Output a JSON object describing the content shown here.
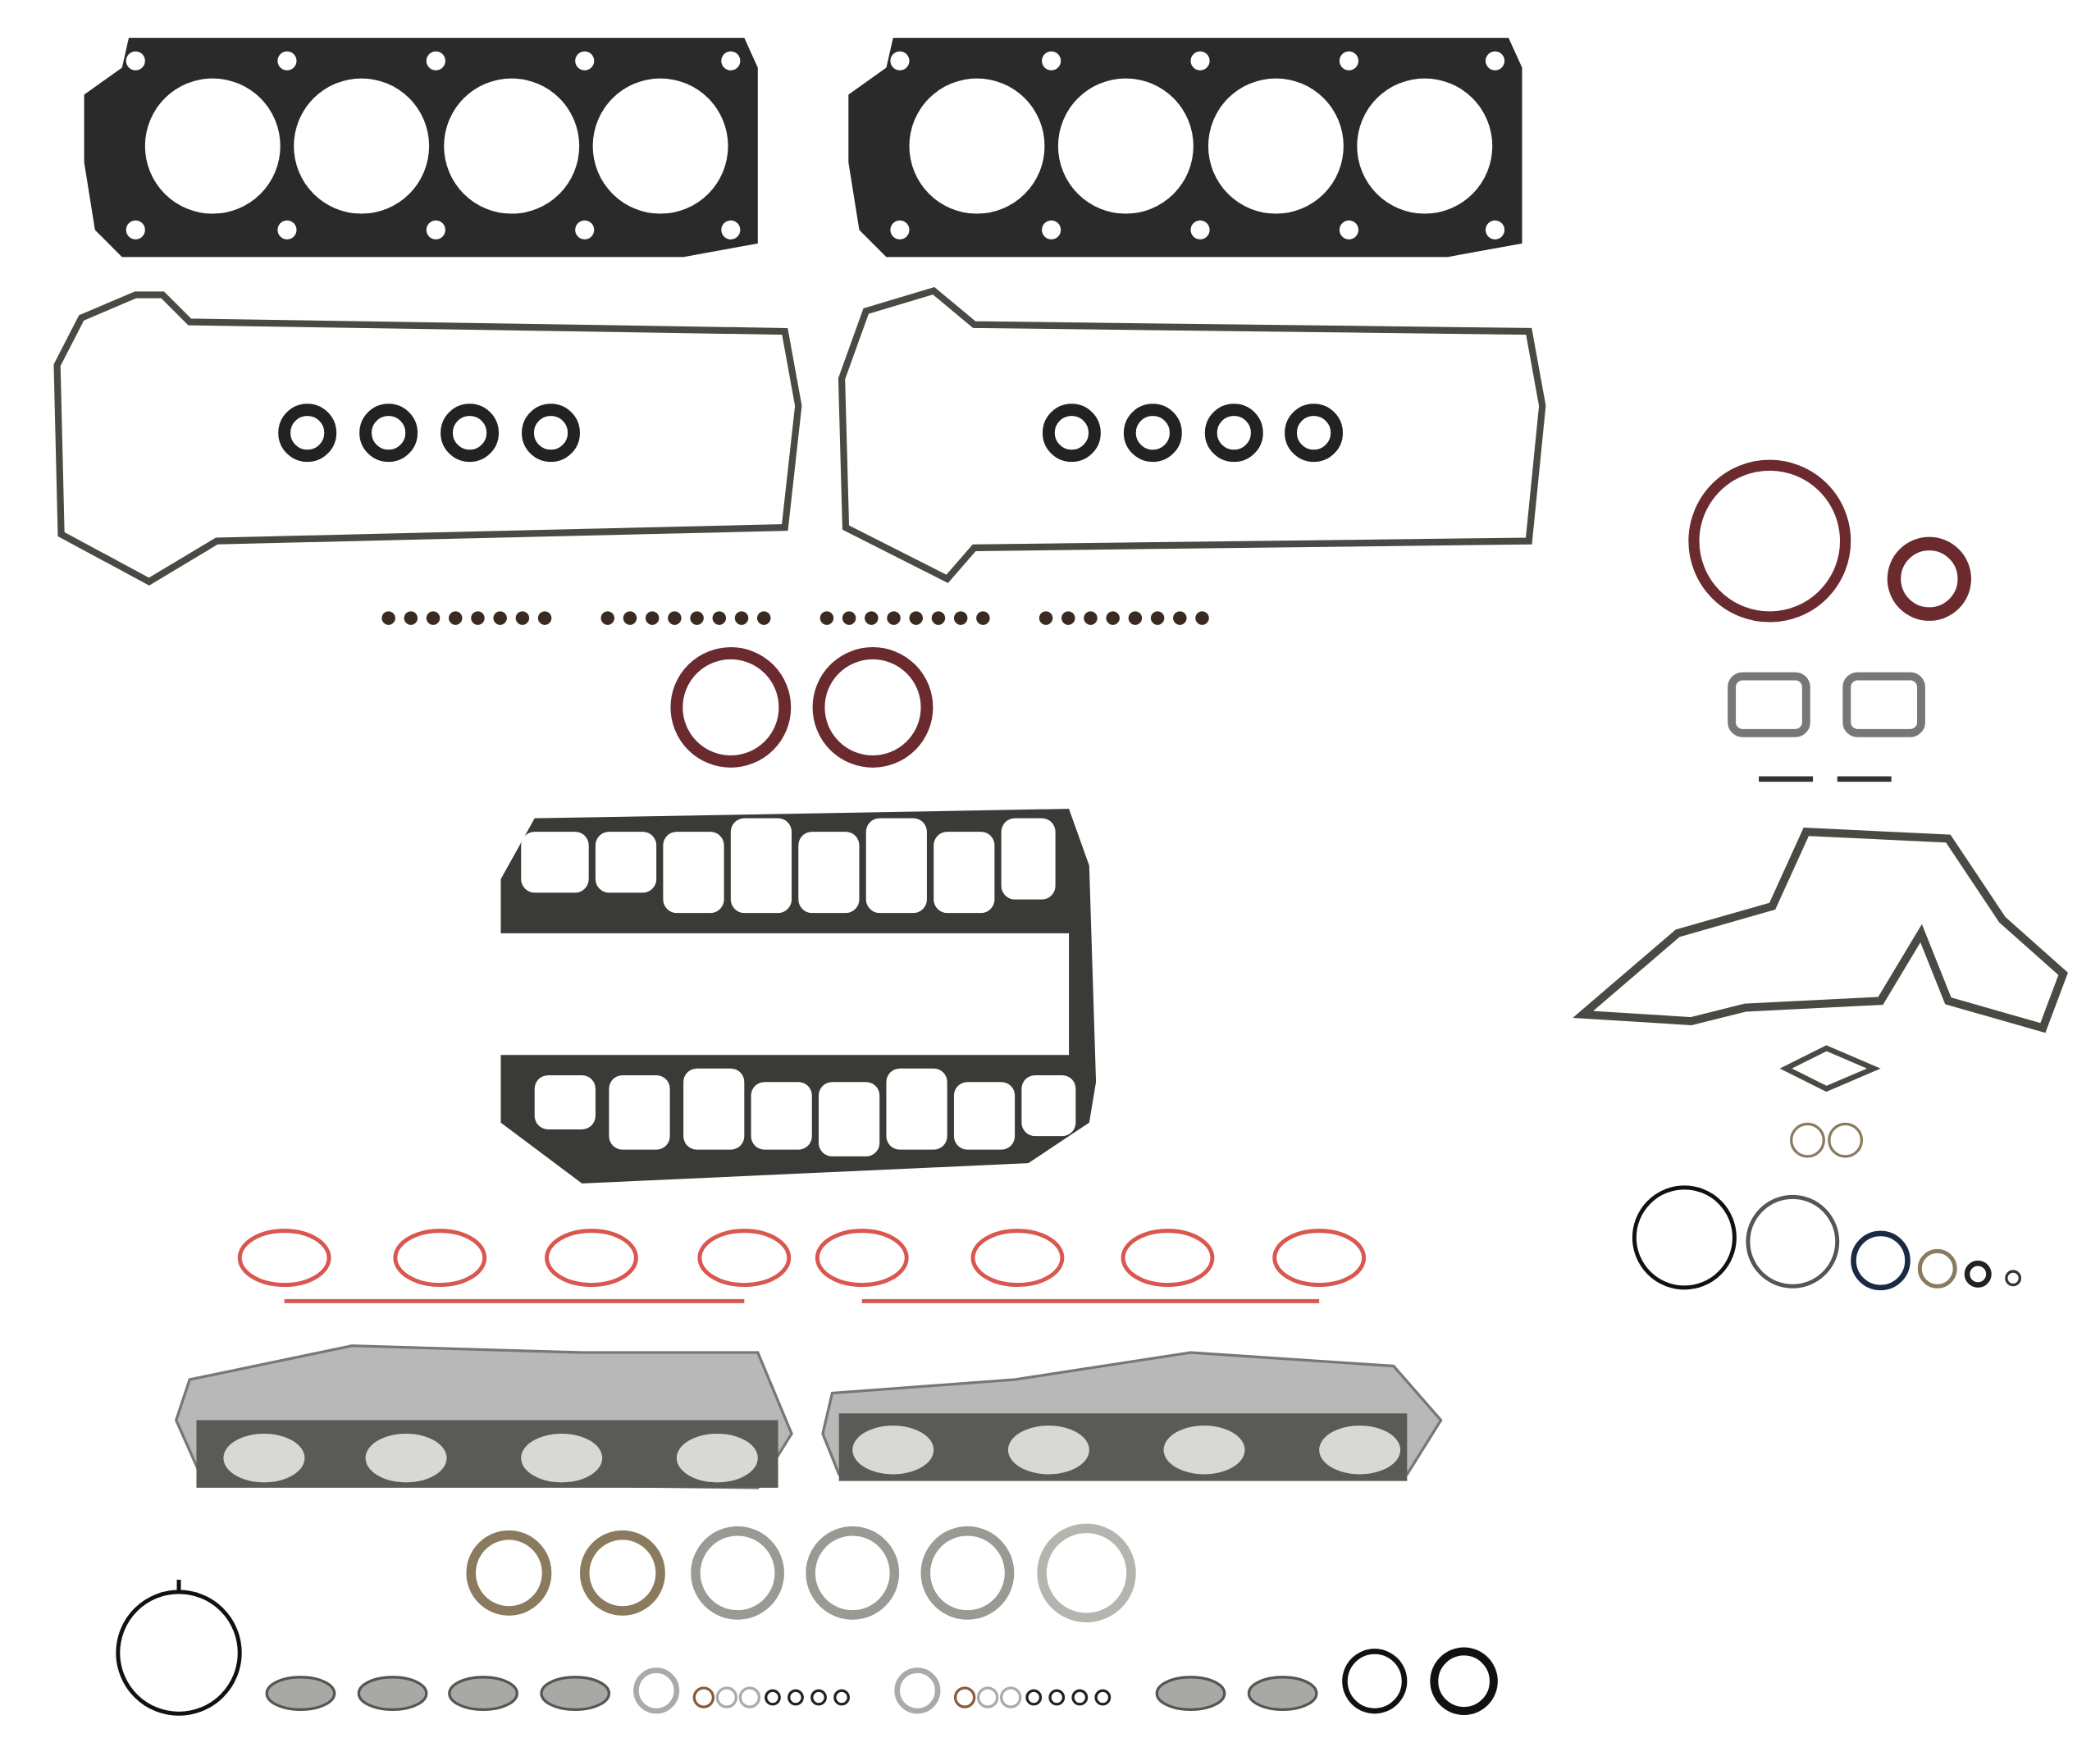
{
  "colors": {
    "gasket_dark": "#2a2a2a",
    "gasket_edge": "#4a4a44",
    "seal_red": "#6b2a2e",
    "intake_red": "#d9574f",
    "shield_grey": "#b8b8b8",
    "ring_grey": "#9a9a94",
    "ring_bronze": "#8a7a5e"
  },
  "counts": {
    "valve_stem_seals": 32,
    "intake_port_gaskets": 8,
    "exhaust_rings": 6
  }
}
